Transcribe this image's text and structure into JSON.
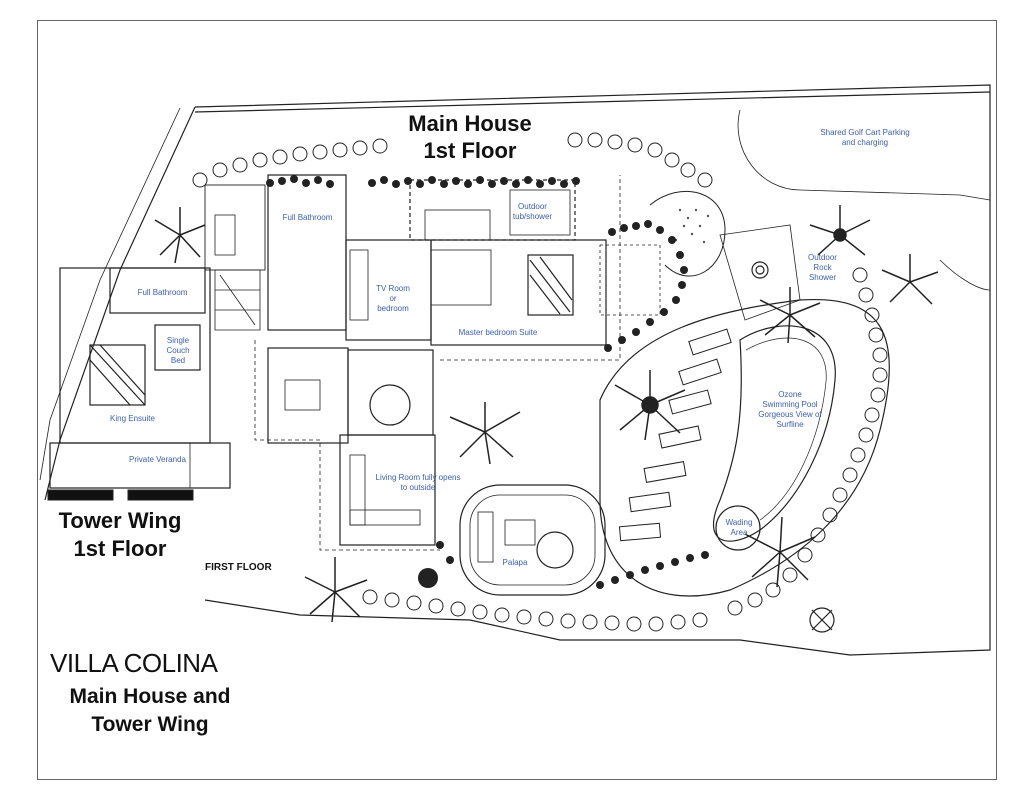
{
  "headings": {
    "main_house_line1": "Main House",
    "main_house_line2": "1st Floor",
    "tower_wing_line1": "Tower Wing",
    "tower_wing_line2": "1st Floor",
    "first_floor": "FIRST FLOOR",
    "villa_name": "VILLA COLINA",
    "subtitle_line1": "Main House and",
    "subtitle_line2": "Tower Wing"
  },
  "rooms": {
    "full_bathroom_main": "Full Bathroom",
    "outdoor_tub_line1": "Outdoor",
    "outdoor_tub_line2": "tub/shower",
    "tv_room_line1": "TV Room",
    "tv_room_line2": "or",
    "tv_room_line3": "bedroom",
    "master_suite": "Master bedroom Suite",
    "full_bathroom_tower": "Full Bathroom",
    "single_bed_line1": "Single",
    "single_bed_line2": "Couch",
    "single_bed_line3": "Bed",
    "king_ensuite": "King Ensuite",
    "private_veranda": "Private Veranda",
    "living_room_line1": "Living Room fully opens",
    "living_room_line2": "to outside",
    "palapa": "Palapa",
    "golf_cart_line1": "Shared Golf Cart Parking",
    "golf_cart_line2": "and charging",
    "rock_shower_line1": "Outdoor",
    "rock_shower_line2": "Rock",
    "rock_shower_line3": "Shower",
    "pool_line1": "Ozone",
    "pool_line2": "Swimming Pool",
    "pool_line3": "Gorgeous View of",
    "pool_line4": "Surfline",
    "wading_line1": "Wading",
    "wading_line2": "Area"
  },
  "colors": {
    "label_blue": "#3a5fb5",
    "line": "#222222",
    "frame": "#666666"
  }
}
